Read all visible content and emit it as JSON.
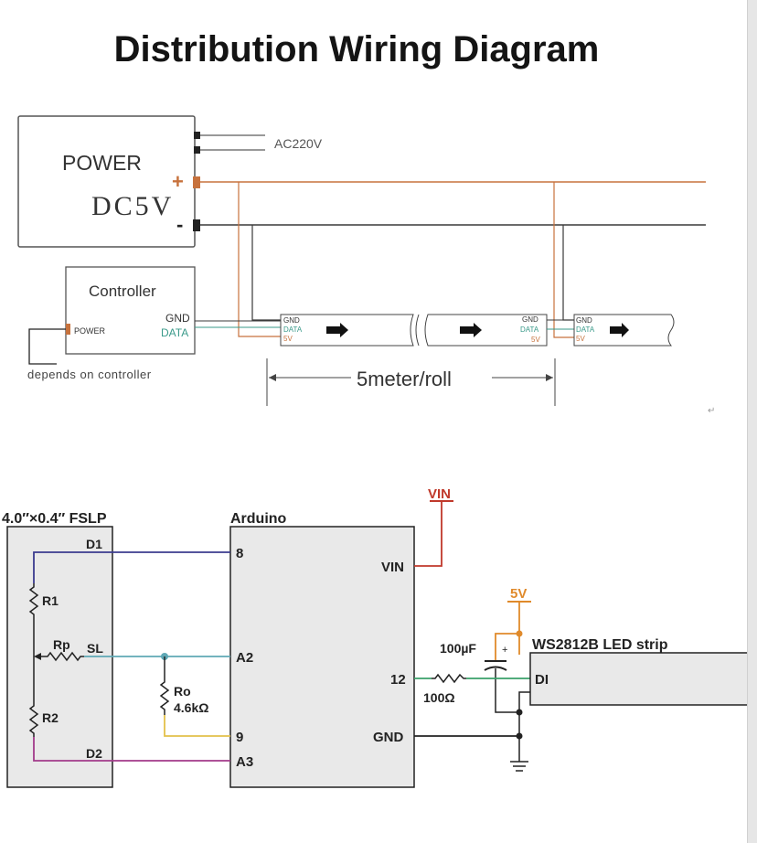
{
  "title": "Distribution Wiring Diagram",
  "colors": {
    "positive_wire": "#c7723d",
    "negative_wire": "#3a3a3a",
    "vin_wire": "#c0392b",
    "five_v_wire": "#e08a2b",
    "d1_wire": "#3b3b8f",
    "sl_wire": "#5fa8b5",
    "d2_wire": "#a23a8a",
    "pin9_wire": "#e3c14a",
    "pin12_wire": "#3aa06a",
    "box_fill": "#e9e9e9"
  },
  "top_diagram": {
    "power_supply": {
      "label": "POWER",
      "voltage": "DC5V",
      "plus_sign": "+",
      "minus_sign": "-",
      "ac_label": "AC220V"
    },
    "controller": {
      "label": "Controller",
      "power_label": "POWER",
      "gnd_label": "GND",
      "data_label": "DATA",
      "note": "depends on controller"
    },
    "strip_segments": [
      {
        "gnd": "GND",
        "data": "DATA",
        "v5": "5V"
      },
      {
        "gnd": "GND",
        "data": "DATA",
        "v5": "5V"
      },
      {
        "gnd": "GND",
        "data": "DATA",
        "v5": "5V"
      }
    ],
    "length_label": "5meter/roll",
    "return_mark": "↵"
  },
  "bottom_diagram": {
    "fslp": {
      "title": "4.0″×0.4″ FSLP",
      "d1": "D1",
      "r1": "R1",
      "rp": "Rp",
      "sl": "SL",
      "r2": "R2",
      "d2": "D2"
    },
    "arduino": {
      "title": "Arduino",
      "pin8": "8",
      "pinA2": "A2",
      "pin9": "9",
      "pinA3": "A3",
      "pinVIN": "VIN",
      "pin12": "12",
      "pinGND": "GND"
    },
    "ro": {
      "name": "Ro",
      "value": "4.6kΩ"
    },
    "vin_label": "VIN",
    "five_v_label": "5V",
    "capacitor": {
      "value": "100µF",
      "polarity": "+"
    },
    "resistor": {
      "value": "100Ω"
    },
    "led_strip": {
      "title": "WS2812B LED strip",
      "di": "DI"
    }
  }
}
